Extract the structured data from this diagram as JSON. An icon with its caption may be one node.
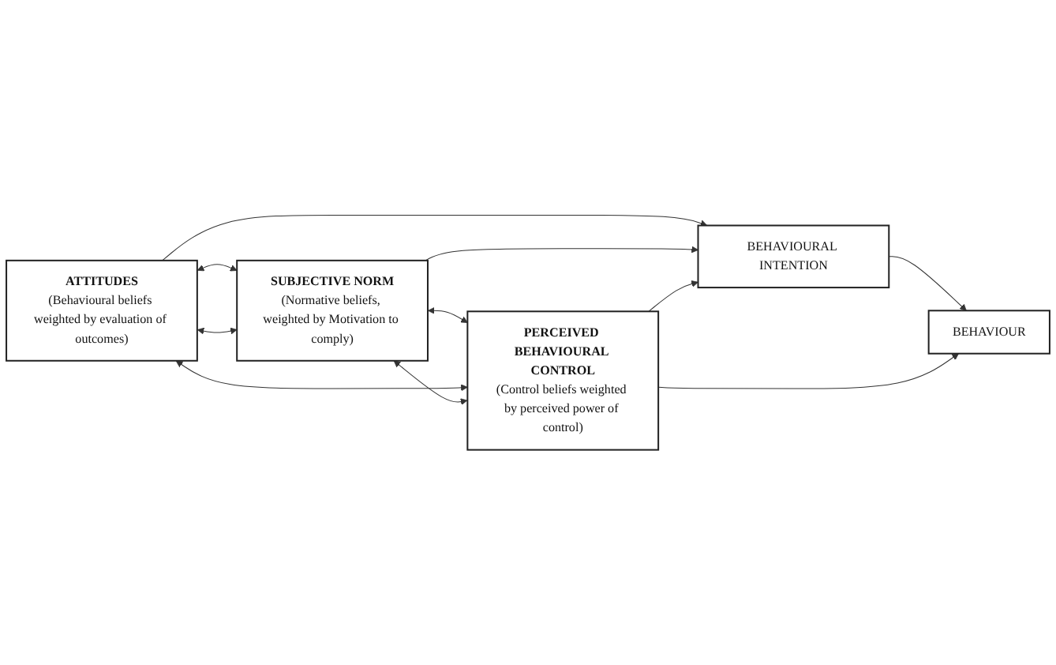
{
  "diagram": {
    "nodes": [
      {
        "text": [
          "ATTITUDES",
          "(Behavioural beliefs weighted by evaluation of outcomes)"
        ]
      },
      {
        "text": [
          "SUBJECTIVE NORM",
          "(Normative beliefs, weighted by Motivation to comply)"
        ]
      },
      {
        "text": [
          "PERCEIVED BEHAVIOURAL CONTROL",
          "(Control beliefs weighted by perceived power of control)"
        ]
      },
      {
        "text": [
          "BEHAVIOURAL INTENTION"
        ]
      },
      {
        "text": [
          "BEHAVIOUR"
        ]
      }
    ],
    "edges": [
      {
        "from": 0,
        "to": 3,
        "arrow": "to"
      },
      {
        "from": 0,
        "to": 1,
        "arrow": "both"
      },
      {
        "from": 1,
        "to": 3,
        "arrow": "to"
      },
      {
        "from": 1,
        "to": 2,
        "arrow": "both"
      },
      {
        "from": 2,
        "to": 3,
        "arrow": "to"
      },
      {
        "from": 3,
        "to": 4,
        "arrow": "to"
      },
      {
        "from": 2,
        "to": 4,
        "arrow": "to"
      },
      {
        "from": 0,
        "to": 2,
        "arrow": "both"
      },
      {
        "from": 0,
        "to": 1,
        "arrow": "both"
      },
      {
        "from": 2,
        "to": 1,
        "arrow": "both"
      }
    ]
  }
}
